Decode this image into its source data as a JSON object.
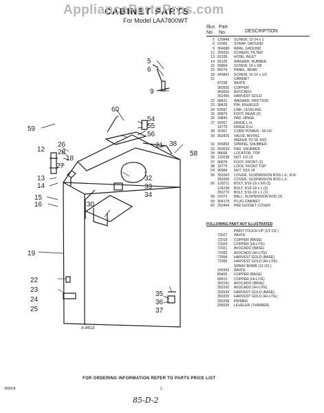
{
  "watermark": "AppliancePartsPros.com",
  "header": {
    "title": "CABINET PARTS",
    "subtitle": "For Model LAA7800WT"
  },
  "table": {
    "headers": {
      "illus_1": "Illus",
      "illus_2": "No",
      "part_1": "Part",
      "part_2": "No.",
      "description": "DESCRIPTION"
    },
    "rows": [
      [
        "5",
        "120848",
        "SCREW, 10-24 x 1"
      ],
      [
        "6",
        "22965",
        "STRAP, GROUND"
      ],
      [
        "9",
        "364689",
        "WIRE, GROUND"
      ],
      [
        "12",
        "355531",
        "SCREEN, FILTER"
      ],
      [
        "13",
        "81339",
        "HOSE, INLET"
      ],
      [
        "14",
        "35125",
        "WASHER, RUBBER"
      ],
      [
        "15",
        "90864",
        "SCREW, 10 x 3/8"
      ],
      [
        "16",
        "85279",
        "PANEL, REAR"
      ],
      [
        "18",
        "343841",
        "SCREW, 10-16 x 1/2"
      ],
      [
        "21",
        "",
        "CABINET"
      ],
      [
        "",
        "87238",
        "WHITE"
      ],
      [
        "",
        "360505",
        "COPPER"
      ],
      [
        "",
        "360506",
        "AVOCADO"
      ],
      [
        "",
        "361490",
        "HARVEST GOLD"
      ],
      [
        "22",
        "98431",
        "WASHER, FRICTION"
      ],
      [
        "23",
        "98439",
        "PIN, KNURLED"
      ],
      [
        "24",
        "93587",
        "LINK, LEVELING"
      ],
      [
        "25",
        "96879",
        "FOOT, REAR (2)"
      ],
      [
        "26",
        "18849",
        "PAD, HINGE"
      ],
      [
        "27",
        "92557",
        "HINGE L.H."
      ],
      [
        "",
        "18775",
        "HINGE R.H."
      ],
      [
        "28",
        "32967",
        "CORD POWER - 60 HZ."
      ],
      [
        "30",
        "363425",
        "VALVE, MIXING"
      ],
      [
        "",
        "",
        "(REFER TO SF 342)"
      ],
      [
        "32",
        "355853",
        "SPRING, SNUBBER"
      ],
      [
        "33",
        "363633",
        "PAD, SNUBBER"
      ],
      [
        "34",
        "98668",
        "LOCATOR, TOP"
      ],
      [
        "35",
        "120238",
        "NUT, 1/2-13"
      ],
      [
        "37",
        "96878",
        "FOOT, FRONT (2)"
      ],
      [
        "38",
        "18779",
        "LOCK, FRONT TOP"
      ],
      [
        "54",
        "90984",
        "NUT, 5/16-18"
      ],
      [
        "55",
        "353343",
        "COVER, SUSPENSION ROD L.F., R.R."
      ],
      [
        "",
        "353330",
        "COVER, SUSPENSION ROD L.F."
      ],
      [
        "56",
        "120211",
        "BOLT, 5/16-18 x 5/8 (2)"
      ],
      [
        "",
        "126238",
        "BOLT, 5/16-18 x 1 (3)"
      ],
      [
        "",
        "353770",
        "BOLT, 5/16-18 x 1 (1)"
      ],
      [
        "58",
        "91073",
        "BALL, SUSPENSION ROD (3)"
      ],
      [
        "59",
        "364179",
        "PLUG CABINET"
      ],
      [
        "60",
        "352494",
        "PAD GUSSET COVER"
      ]
    ]
  },
  "supplement": {
    "heading": "FOLLOWING PART NOT ILLUSTRATED",
    "rows": [
      [
        "",
        "PAINT TOUCH UP (1/2 OZ.)"
      ],
      [
        "72027",
        "WHITE"
      ],
      [
        "72019",
        "COPPER (BASE)"
      ],
      [
        "72024",
        "COPPER (HI-LITE)"
      ],
      [
        "72021",
        "AVOCADO (BASE)"
      ],
      [
        "72093",
        "AVOCADO (HI-LITE)"
      ],
      [
        "72094",
        "HARVEST GOLD (BASE)"
      ],
      [
        "72095",
        "HARVEST GOLD (HI-LITE)"
      ],
      [
        "",
        "SPRAY BOMB (12 OZ.)"
      ],
      [
        "290343",
        "WHITE"
      ],
      [
        "89405",
        "COPPER (BASE)"
      ],
      [
        "89913",
        "COPPER (HI-LITE)"
      ],
      [
        "350191",
        "AVOCADO (BASE)"
      ],
      [
        "350192",
        "AVOCADO (HI-LITE)"
      ],
      [
        "350334",
        "HARVEST GOLD (BASE)"
      ],
      [
        "350335",
        "HARVEST GOLD (HI-LITE)"
      ],
      [
        "350338",
        "PRIMER"
      ],
      [
        "206925",
        "LEVELER (THINNER)"
      ]
    ]
  },
  "diagram": {
    "code": "A-8613",
    "callouts": [
      "5",
      "6",
      "9",
      "60",
      "54",
      "55",
      "56",
      "59",
      "12",
      "26",
      "28",
      "18",
      "27",
      "21",
      "38",
      "58",
      "13",
      "14",
      "32",
      "33",
      "34",
      "15",
      "16",
      "30",
      "19",
      "22",
      "23",
      "24",
      "25",
      "35",
      "36",
      "37"
    ]
  },
  "footer": {
    "ordering_note": "FOR ORDERING INFORMATION REFER TO PARTS PRICE LIST",
    "doc_number": "369524",
    "page": "2",
    "handwritten": "85-D-2"
  }
}
